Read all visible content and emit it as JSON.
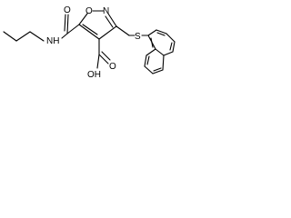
{
  "atoms": {
    "ring_o": "O",
    "ring_n": "N",
    "sulfur": "S",
    "amide_nh": "NH",
    "amide_o": "O",
    "acid_oh": "OH",
    "acid_o": "O"
  }
}
